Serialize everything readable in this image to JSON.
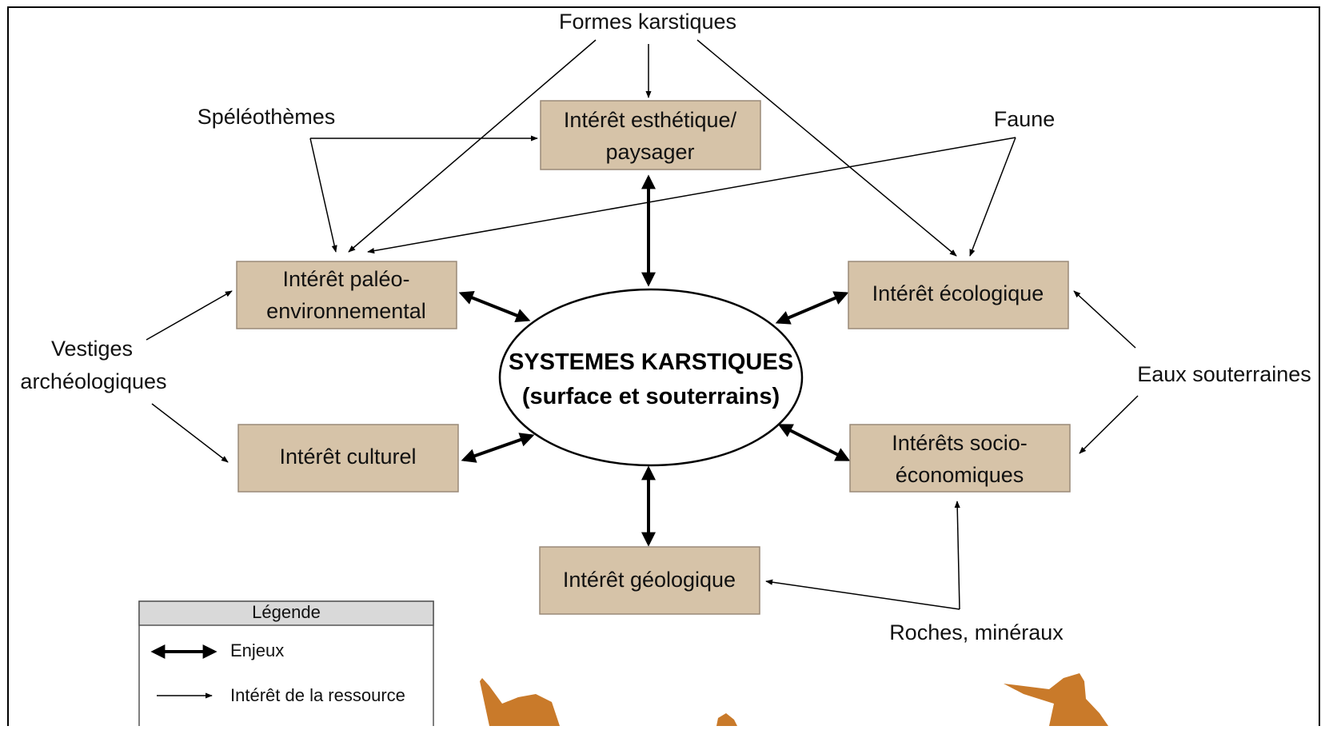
{
  "colors": {
    "box_fill": "#d6c3a8",
    "box_stroke": "#9a8a78",
    "silhouette": "#c97a2a",
    "legend_header": "#d9d9d9"
  },
  "diagram": {
    "center": {
      "line1": "SYSTEMES KARSTIQUES",
      "line2": "(surface et souterrains)"
    },
    "boxes": {
      "esthetique": {
        "line1": "Intérêt esthétique/",
        "line2": "paysager"
      },
      "paleo": {
        "line1": "Intérêt paléo-",
        "line2": "environnemental"
      },
      "ecologique": {
        "line1": "Intérêt écologique"
      },
      "culturel": {
        "line1": "Intérêt culturel"
      },
      "socio": {
        "line1": "Intérêts socio-",
        "line2": "économiques"
      },
      "geologique": {
        "line1": "Intérêt géologique"
      }
    },
    "resources": {
      "formes": "Formes karstiques",
      "speleo": "Spéléothèmes",
      "faune": "Faune",
      "vestiges1": "Vestiges",
      "vestiges2": "archéologiques",
      "eaux": "Eaux souterraines",
      "roches": "Roches, minéraux"
    }
  },
  "legend": {
    "title": "Légende",
    "items": [
      {
        "label": "Enjeux",
        "icon": "double-arrow-icon"
      },
      {
        "label": "Intérêt de la ressource",
        "icon": "single-arrow-icon"
      }
    ]
  }
}
